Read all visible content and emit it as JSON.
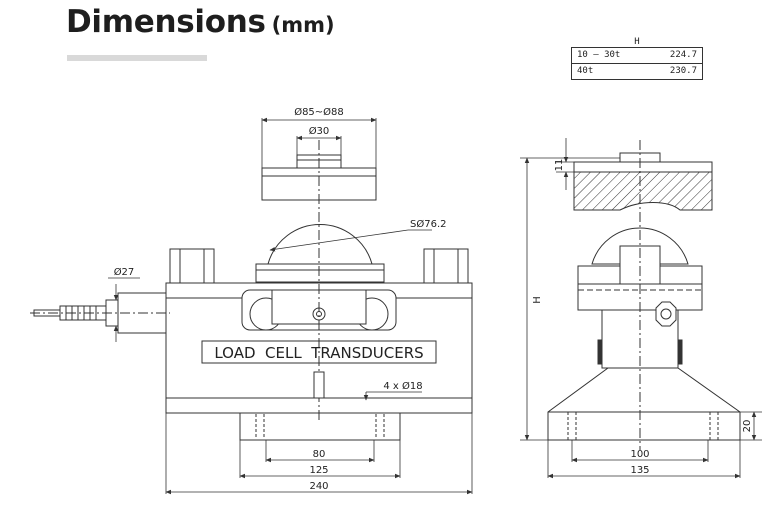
{
  "title": {
    "main": "Dimensions",
    "unit": "(mm)"
  },
  "height_table": {
    "header": "H",
    "rows": [
      {
        "range": "10 — 30t",
        "value": "224.7"
      },
      {
        "range": "40t",
        "value": "230.7"
      }
    ]
  },
  "front_view": {
    "dim_top_outer": "Ø85~Ø88",
    "dim_top_inner": "Ø30",
    "dim_sphere": "SØ76.2",
    "dim_cable": "Ø27",
    "label": "LOAD  CELL  TRANSDUCERS",
    "dim_holes": "4 x Ø18",
    "dim_80": "80",
    "dim_125": "125",
    "dim_240": "240"
  },
  "side_view": {
    "dim_11": "11",
    "dim_H": "H",
    "dim_20": "20",
    "dim_100": "100",
    "dim_135": "135"
  }
}
